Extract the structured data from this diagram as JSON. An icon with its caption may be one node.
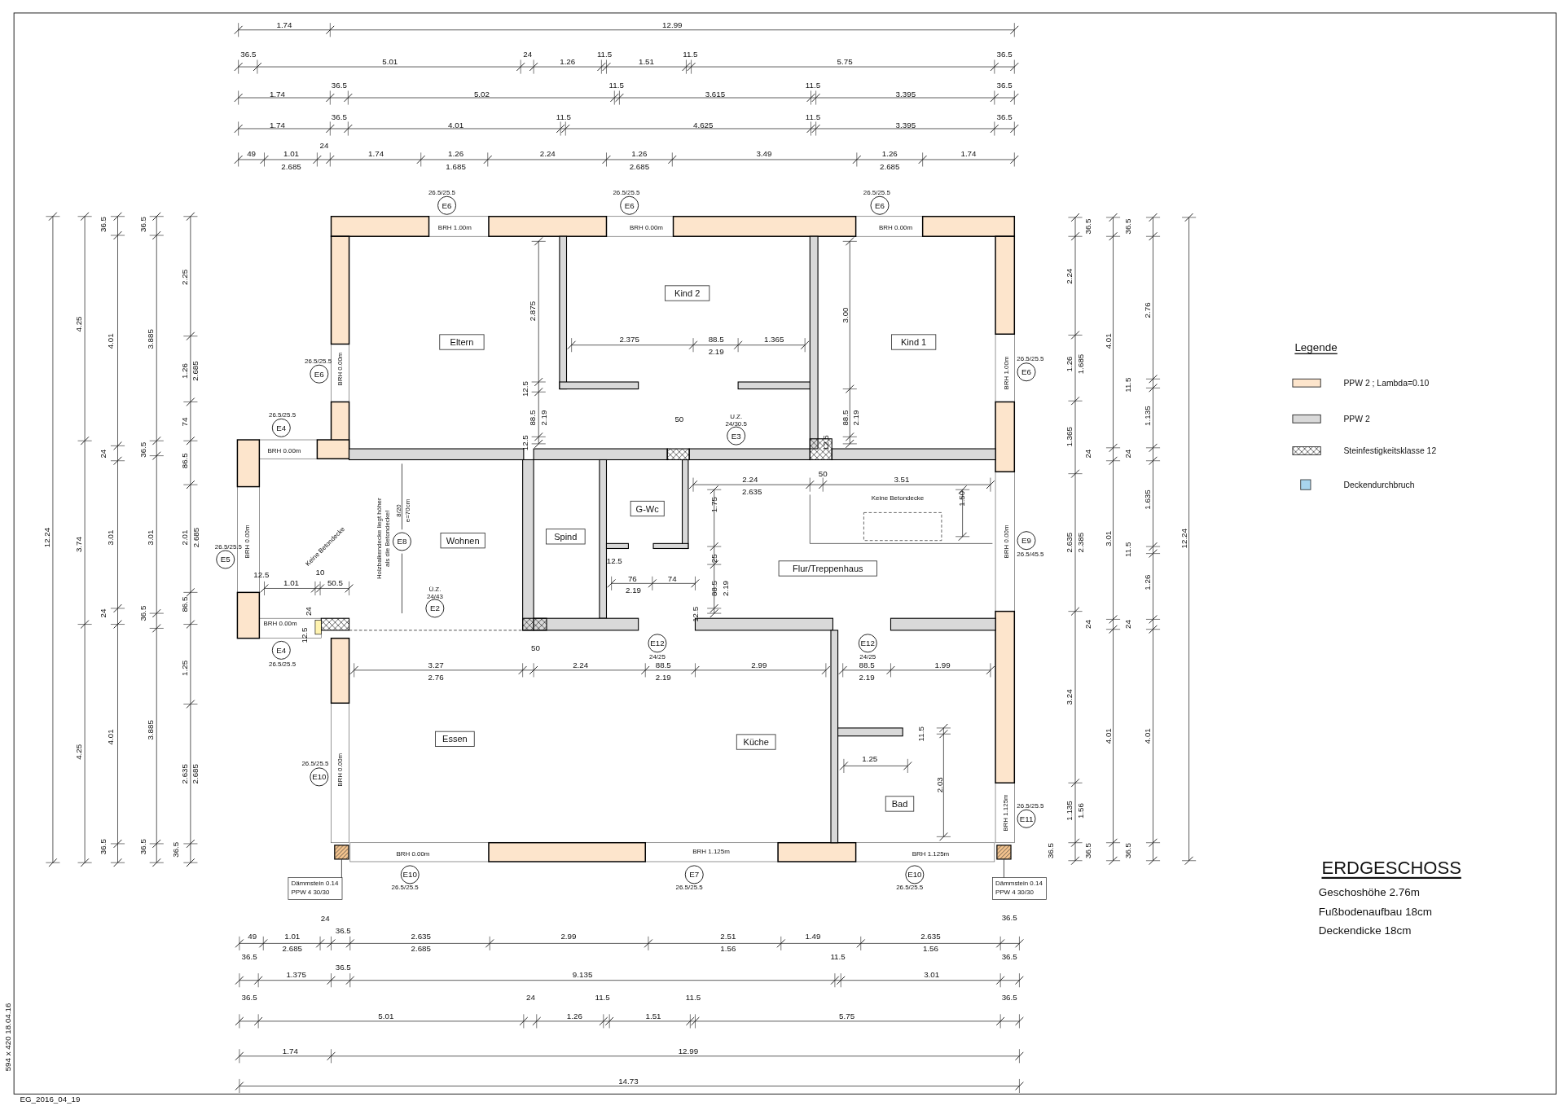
{
  "diagram": {
    "title": "ERDGESCHOSS",
    "nodes": [
      {
        "text": [
          "Eltern"
        ]
      },
      {
        "text": [
          "Kind 2"
        ]
      },
      {
        "text": [
          "Kind 1"
        ]
      },
      {
        "text": [
          "Wohnen"
        ]
      },
      {
        "text": [
          "Spind"
        ]
      },
      {
        "text": [
          "G-Wc"
        ]
      },
      {
        "text": [
          "Flur/Treppenhaus"
        ]
      },
      {
        "text": [
          "Essen"
        ]
      },
      {
        "text": [
          "Küche"
        ]
      },
      {
        "text": [
          "Bad"
        ]
      },
      {
        "text": [
          "Dämmstein 0.14",
          "PPW 4 30/30"
        ]
      },
      {
        "text": [
          "Dämmstein 0.14",
          "PPW 4 30/30"
        ]
      },
      {
        "text": [],
        "shape": "box"
      },
      {
        "text": [],
        "shape": "box"
      },
      {
        "text": [
          "E6"
        ],
        "beside": [
          "26.5/25.5"
        ]
      },
      {
        "text": [
          "E6"
        ],
        "beside": [
          "26.5/25.5"
        ]
      },
      {
        "text": [
          "E6"
        ],
        "beside": [
          "26.5/25.5"
        ]
      },
      {
        "text": [
          "E6"
        ],
        "beside": [
          "26.5/25.5"
        ]
      },
      {
        "text": [
          "E6"
        ],
        "beside": [
          "26.5/25.5"
        ]
      },
      {
        "text": [
          "E4"
        ],
        "beside": [
          "26.5/25.5"
        ]
      },
      {
        "text": [
          "E3"
        ],
        "beside": [
          "U.Z.",
          "24/30.5"
        ]
      },
      {
        "text": [
          "E8"
        ]
      },
      {
        "text": [
          "E5"
        ],
        "beside": [
          "26.5/25.5"
        ]
      },
      {
        "text": [
          "E2"
        ],
        "beside": [
          "Ü.Z.",
          "24/43"
        ]
      },
      {
        "text": [
          "E4"
        ],
        "beside": [
          "26.5/25.5"
        ]
      },
      {
        "text": [
          "E12"
        ],
        "beside": [
          "24/25"
        ]
      },
      {
        "text": [
          "E12"
        ],
        "beside": [
          "24/25"
        ]
      },
      {
        "text": [
          "E10"
        ],
        "beside": [
          "26.5/25.5"
        ]
      },
      {
        "text": [
          "E9"
        ],
        "beside": [
          "26.5/45.5"
        ]
      },
      {
        "text": [
          "E11"
        ],
        "beside": [
          "26.5/25.5"
        ]
      },
      {
        "text": [
          "E10"
        ],
        "beside": [
          "26.5/25.5"
        ]
      },
      {
        "text": [
          "E7"
        ],
        "beside": [
          "26.5/25.5"
        ]
      },
      {
        "text": [
          "E10"
        ],
        "beside": [
          "26.5/25.5"
        ]
      }
    ],
    "edges": [
      {
        "from": 10,
        "to": 12,
        "arrow": "none"
      },
      {
        "from": 11,
        "to": 13,
        "arrow": "none"
      }
    ],
    "labels": [
      "1.74",
      "12.99",
      "36.5",
      "5.01",
      "24",
      "1.26",
      "11.5",
      "1.51",
      "11.5",
      "5.75",
      "36.5",
      "1.74",
      "36.5",
      "5.02",
      "11.5",
      "3.615",
      "11.5",
      "3.395",
      "36.5",
      "1.74",
      "36.5",
      "4.01",
      "11.5",
      "4.625",
      "11.5",
      "3.395",
      "36.5",
      "49",
      "1.01",
      "2.685",
      "24",
      "1.74",
      "1.26",
      "1.685",
      "2.24",
      "1.26",
      "2.685",
      "3.49",
      "1.26",
      "2.685",
      "1.74",
      "12.24",
      "4.25",
      "3.74",
      "4.25",
      "36.5",
      "4.01",
      "24",
      "3.01",
      "24",
      "4.01",
      "36.5",
      "36.5",
      "3.885",
      "36.5",
      "3.01",
      "36.5",
      "3.885",
      "36.5",
      "2.25",
      "1.26",
      "2.685",
      "74",
      "86.5",
      "2.01",
      "2.685",
      "86.5",
      "1.25",
      "2.635",
      "2.685",
      "36.5",
      "BRH 1.00m",
      "BRH 0.00m",
      "BRH 0.00m",
      "BRH 0.00m",
      "BRH 1.00m",
      "BRH 0.00m",
      "2.875",
      "12.5",
      "88.5",
      "2.19",
      "12.5",
      "2.375",
      "88.5",
      "2.19",
      "1.365",
      "3.00",
      "88.5",
      "2.19",
      "12.5",
      "50",
      "2.24",
      "2.635",
      "50",
      "3.51",
      "1.75",
      "Keine Betondecke",
      "1.50",
      "BRH 0.00m",
      "Keine Betondecke",
      "Holzbalkendecke liegt höher als die Betondecke!",
      "8/20",
      "e=70cm",
      "12.5",
      "1.01",
      "10",
      "50.5",
      "25",
      "12.5",
      "76",
      "74",
      "2.19",
      "88.5",
      "2.19",
      "BRH 0.00m",
      "24",
      "12.5",
      "12.5",
      "BRH 0.00m",
      "50",
      "3.27",
      "2.76",
      "2.24",
      "88.5",
      "2.19",
      "2.99",
      "88.5",
      "2.19",
      "1.99",
      "11.5",
      "1.25",
      "BRH 0.00m",
      "2.03",
      "BRH 1.125m",
      "BRH 0.00m",
      "BRH 1.125m",
      "BRH 1.125m",
      "2.24",
      "1.26",
      "1.685",
      "1.365",
      "2.635",
      "2.385",
      "3.24",
      "1.135",
      "1.56",
      "36.5",
      "36.5",
      "24",
      "24",
      "36.5",
      "4.01",
      "3.01",
      "4.01",
      "36.5",
      "11.5",
      "24",
      "11.5",
      "24",
      "36.5",
      "2.76",
      "1.135",
      "1.635",
      "1.26",
      "4.01",
      "12.24",
      "Legende",
      "Geschoshöhe 2.76m",
      "Fußbodenaufbau 18cm",
      "Deckendicke 18cm",
      "49",
      "1.01",
      "2.685",
      "24",
      "36.5",
      "2.635",
      "2.685",
      "2.99",
      "2.51",
      "1.56",
      "1.49",
      "2.635",
      "1.56",
      "36.5",
      "36.5",
      "1.375",
      "36.5",
      "9.135",
      "11.5",
      "3.01",
      "36.5",
      "36.5",
      "5.01",
      "24",
      "1.26",
      "11.5",
      "1.51",
      "11.5",
      "5.75",
      "36.5",
      "1.74",
      "12.99",
      "14.73",
      "594 x 420 18.04.16",
      "EG_2016_04_19"
    ],
    "legend": [
      {
        "text": "PPW 2 ; Lambda=0.10",
        "color": "#fde5cc"
      },
      {
        "text": "PPW 2",
        "color": "#d9d9d9"
      },
      {
        "text": "Steinfestigkeitsklasse 12"
      },
      {
        "text": "Deckendurchbruch",
        "color": "#a8d4ee"
      }
    ]
  }
}
